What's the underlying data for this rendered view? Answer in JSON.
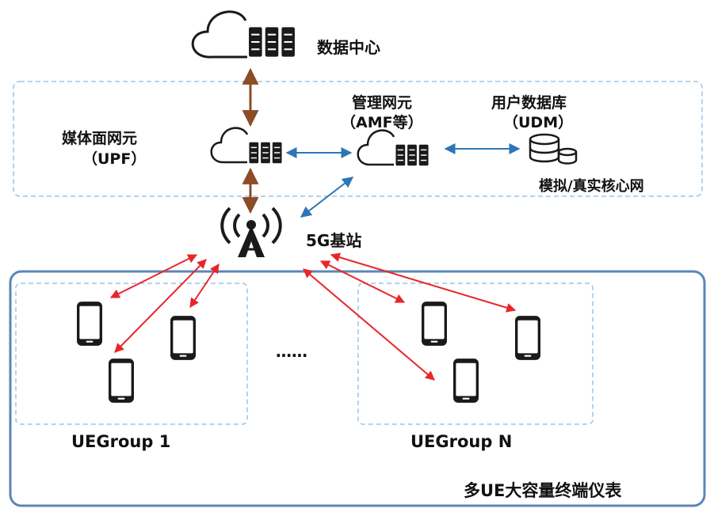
{
  "labels": {
    "data_center": "数据中心",
    "upf_name": "媒体面网元",
    "upf_abbr": "（UPF）",
    "amf_name": "管理网元",
    "amf_abbr": "（AMF等）",
    "udm_name": "用户数据库",
    "udm_abbr": "（UDM）",
    "core_network": "模拟/真实核心网",
    "base_station": "5G基站",
    "ellipsis": "……",
    "ue_group_1": "UEGroup 1",
    "ue_group_n": "UEGroup N",
    "instrument": "多UE大容量终端仪表"
  },
  "colors": {
    "dashed_border": "#9dc3e6",
    "outer_border": "#5b86b8",
    "brown_arrow": "#8b4c26",
    "blue_arrow": "#2e75b6",
    "red_arrow": "#e8262a",
    "icon_dark": "#1a1a1a"
  },
  "icons": [
    "cloud-server-icon",
    "server-rack-icon",
    "database-icon",
    "antenna-tower-icon",
    "smartphone-icon"
  ]
}
